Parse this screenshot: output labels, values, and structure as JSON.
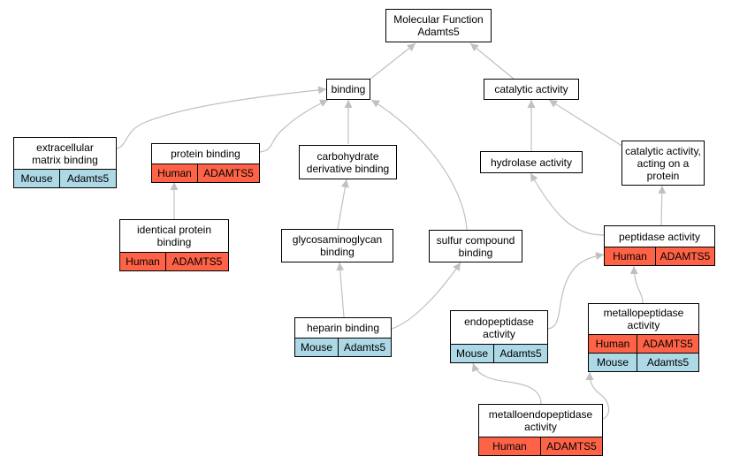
{
  "colors": {
    "human": "#ff6347",
    "mouse": "#add8e6",
    "edge": "#c0c0c0"
  },
  "nodes": {
    "root": {
      "lines": [
        "Molecular Function",
        "Adamts5"
      ]
    },
    "binding": {
      "lines": [
        "binding"
      ]
    },
    "catalytic": {
      "lines": [
        "catalytic activity"
      ]
    },
    "ecm": {
      "lines": [
        "extracellular",
        "matrix binding"
      ],
      "rows": [
        {
          "species": "Mouse",
          "gene": "Adamts5"
        }
      ]
    },
    "protein_binding": {
      "lines": [
        "protein binding"
      ],
      "rows": [
        {
          "species": "Human",
          "gene": "ADAMTS5"
        }
      ]
    },
    "carb": {
      "lines": [
        "carbohydrate",
        "derivative binding"
      ]
    },
    "hydrolase": {
      "lines": [
        "hydrolase activity"
      ]
    },
    "cat_protein": {
      "lines": [
        "catalytic activity,",
        "acting on a",
        "protein"
      ]
    },
    "identical": {
      "lines": [
        "identical protein",
        "binding"
      ],
      "rows": [
        {
          "species": "Human",
          "gene": "ADAMTS5"
        }
      ]
    },
    "gag": {
      "lines": [
        "glycosaminoglycan",
        "binding"
      ]
    },
    "sulfur": {
      "lines": [
        "sulfur compound",
        "binding"
      ]
    },
    "peptidase": {
      "lines": [
        "peptidase activity"
      ],
      "rows": [
        {
          "species": "Human",
          "gene": "ADAMTS5"
        }
      ]
    },
    "heparin": {
      "lines": [
        "heparin binding"
      ],
      "rows": [
        {
          "species": "Mouse",
          "gene": "Adamts5"
        }
      ]
    },
    "endo": {
      "lines": [
        "endopeptidase",
        "activity"
      ],
      "rows": [
        {
          "species": "Mouse",
          "gene": "Adamts5"
        }
      ]
    },
    "metallo": {
      "lines": [
        "metallopeptidase",
        "activity"
      ],
      "rows": [
        {
          "species": "Human",
          "gene": "ADAMTS5"
        },
        {
          "species": "Mouse",
          "gene": "Adamts5"
        }
      ]
    },
    "metalloendo": {
      "lines": [
        "metalloendopeptidase",
        "activity"
      ],
      "rows": [
        {
          "species": "Human",
          "gene": "ADAMTS5"
        }
      ]
    }
  }
}
